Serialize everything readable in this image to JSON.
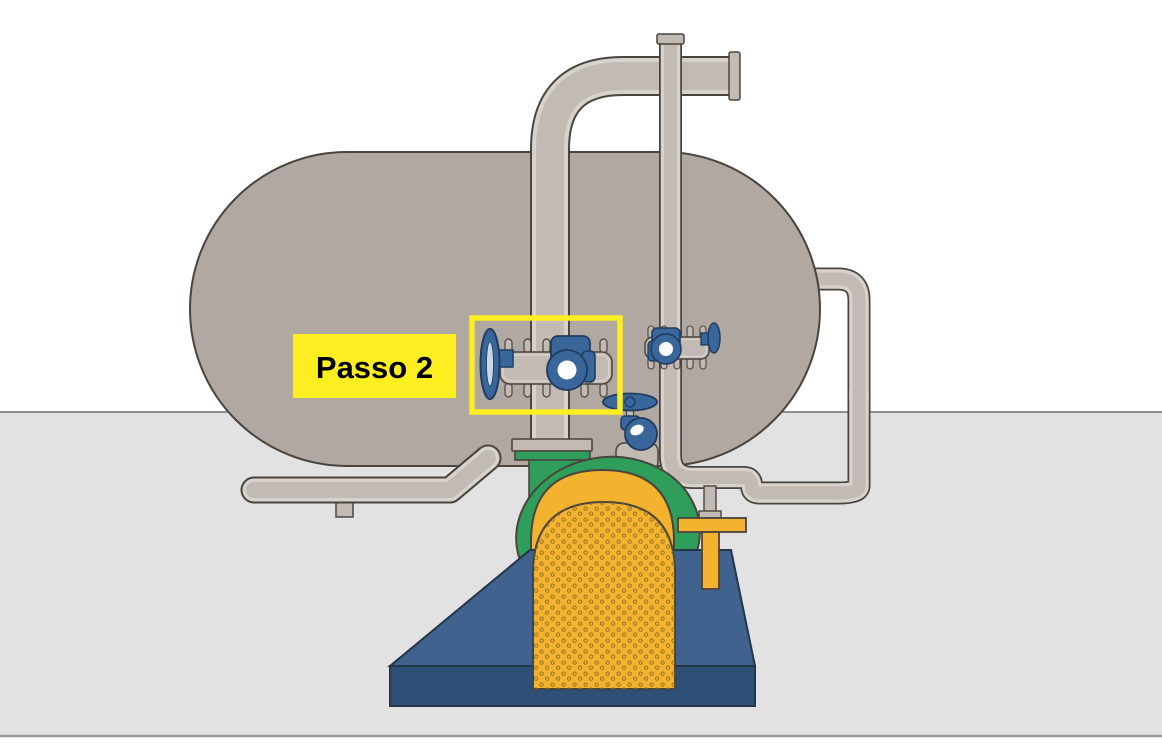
{
  "scene_title": "Industrial tank, valves and pump illustration",
  "step_label": {
    "text": "Passo 2"
  },
  "colors": {
    "background": "#ffffff",
    "ground": "#e2e2e2",
    "groundLine": "#8f8f8f",
    "bottomLine": "#9b9b9b",
    "tank": "#b1a8a1",
    "pipe": "#c2bab3",
    "pipeLight": "#d8d2cc",
    "outline": "#4a443e",
    "green": "#2f9e5a",
    "yellow": "#f4b32f",
    "dot": "#8a6d22",
    "baseTop": "#3f638e",
    "baseFront": "#2e5076",
    "baseOutline": "#253646",
    "vblue": "#3a679b",
    "voutline": "#1f3c5e",
    "highlight": "#fcee21",
    "labelText": "#000000"
  },
  "components": {
    "tank": "horizontal-storage-tank",
    "main_pipe": "vertical-fill-pipe-with-top-outlet",
    "loop_pipe": "recirculation-pipe-loop",
    "valve_highlighted": "flanged-valve-step-target",
    "valve_secondary": "flanged-valve-secondary",
    "gate_valve": "vertical-gate-valve",
    "pump": "pump-with-motor-on-base",
    "support": "tank-skid-support"
  }
}
